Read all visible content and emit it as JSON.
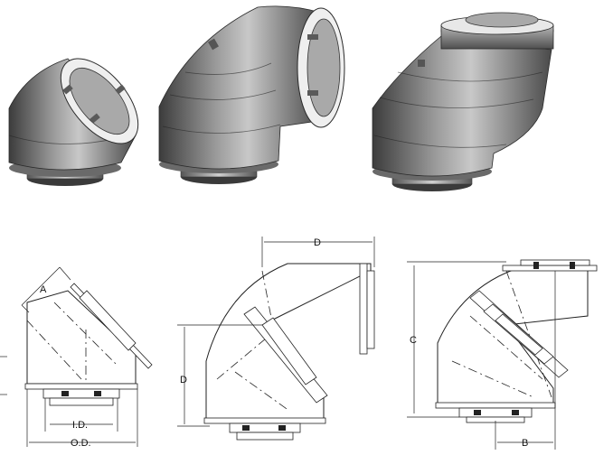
{
  "diagram": {
    "colors": {
      "metal_dark": "#3c3c3c",
      "metal_mid": "#8a8a8a",
      "metal_light": "#d6d6d6",
      "line": "#222222",
      "background": "#ffffff"
    },
    "elbows": [
      {
        "angle": "45°"
      },
      {
        "angle": "90°"
      },
      {
        "angle": "60°"
      }
    ],
    "dimensions": {
      "a": "A",
      "id": "I.D.",
      "od": "O.D.",
      "d_top": "D",
      "d_side": "D",
      "c": "C",
      "b": "B"
    }
  }
}
